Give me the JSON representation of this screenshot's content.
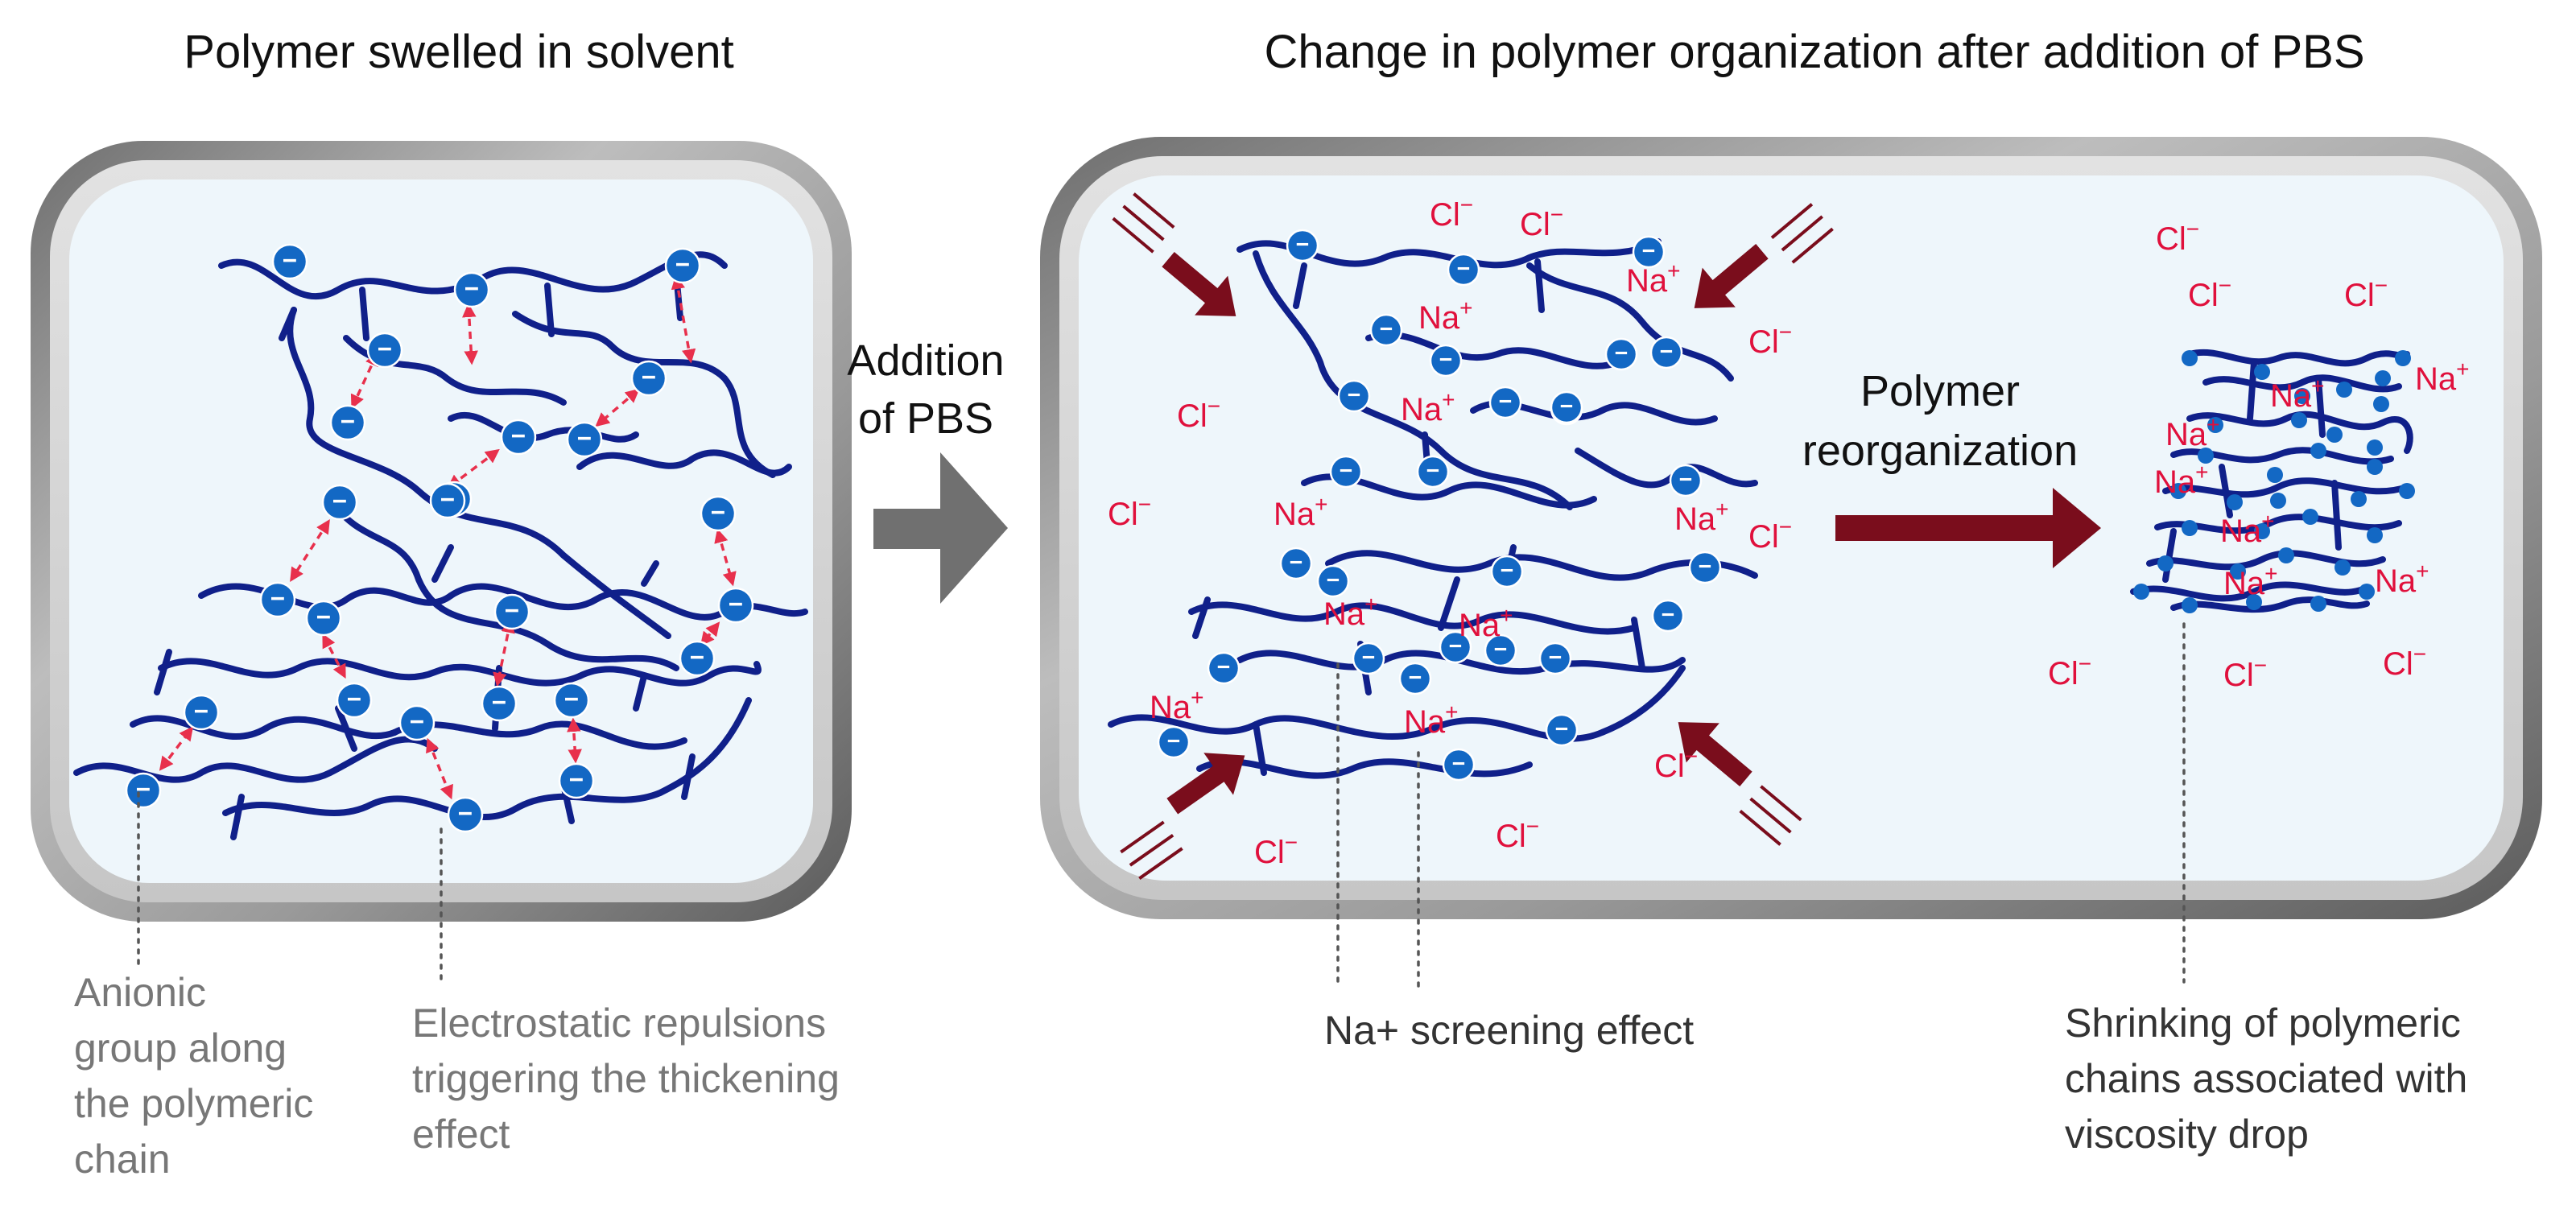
{
  "panels": {
    "left_title": "Polymer swelled in solvent",
    "right_title": "Change in polymer organization after addition of PBS"
  },
  "steps": {
    "addition": [
      "Addition",
      "of PBS"
    ],
    "reorganization": [
      "Polymer",
      "reorganization"
    ]
  },
  "captions": {
    "anionic": [
      "Anionic",
      "group along",
      "the polymeric",
      "chain"
    ],
    "repulsion": [
      "Electrostatic repulsions",
      "triggering the thickening",
      "effect"
    ],
    "screening": "Na+ screening effect",
    "shrinking": [
      "Shrinking of polymeric",
      "chains associated with",
      "viscosity drop"
    ]
  },
  "symbols": {
    "anion": "−",
    "chloride": "Cl",
    "chloride_charge": "−",
    "sodium": "Na",
    "sodium_charge": "+"
  },
  "colors": {
    "polymer": "#10208a",
    "anionic_group": "#1368c4",
    "ions": "#e0103c",
    "arrows": "#7a0d1c",
    "process_arrow": "#707070",
    "frame": "#8a8a8a",
    "solution": "#eef6fb"
  }
}
